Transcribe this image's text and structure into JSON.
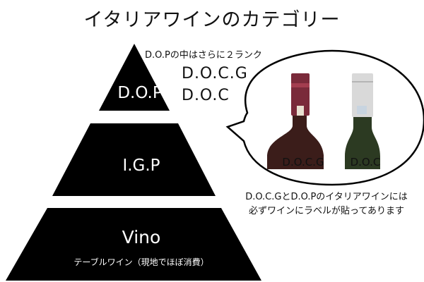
{
  "title": "イタリアワインのカテゴリー",
  "pyramid": {
    "tiers": [
      {
        "label": "D.O.P"
      },
      {
        "label": "I.G.P"
      },
      {
        "label": "Vino",
        "sublabel": "テーブルワイン（現地でほぼ消費）"
      }
    ]
  },
  "dop_note": "D.O.Pの中はさらに２ランク",
  "dop_ranks": [
    "D.O.C.G",
    "D.O.C"
  ],
  "bottles": [
    {
      "label": "D.O.C.G",
      "capsule_color": "#7a2a3a",
      "glass_color": "#3b1d1a"
    },
    {
      "label": "D.O.C",
      "capsule_color": "#d9d9d9",
      "glass_color": "#2c3a22"
    }
  ],
  "caption": {
    "line1": "D.O.C.GとD.O.Pのイタリアワインには",
    "line2": "必ずワインにラベルが貼ってあります"
  }
}
